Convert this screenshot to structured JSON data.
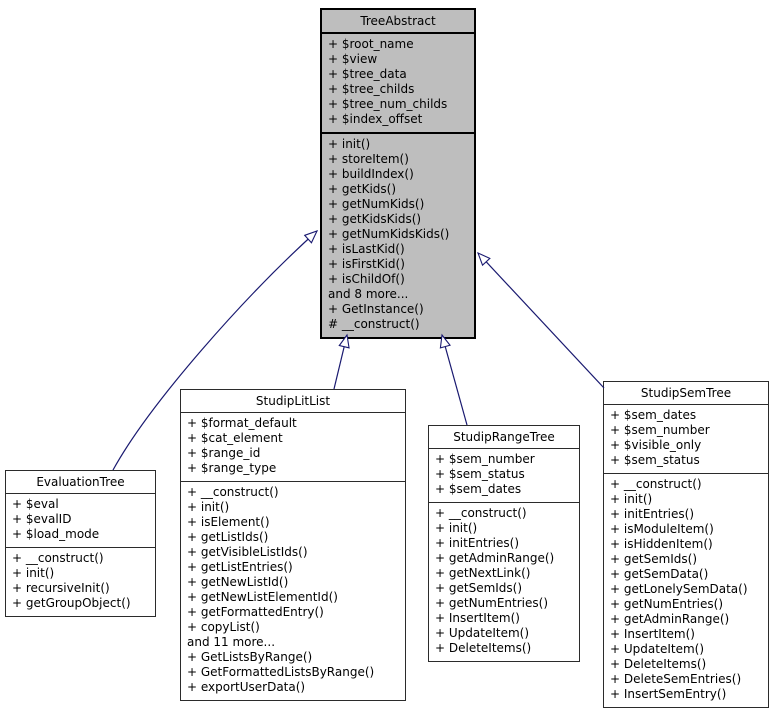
{
  "colors": {
    "bg": "#ffffff",
    "edge": "#191970",
    "node_fill": "#ffffff",
    "node_border": "#2b2b2b",
    "focused_node_fill": "#bebebe",
    "focused_node_border": "#000000"
  },
  "classes": {
    "tree_abstract": {
      "name": "TreeAbstract",
      "fields": [
        "+ $root_name",
        "+ $view",
        "+ $tree_data",
        "+ $tree_childs",
        "+ $tree_num_childs",
        "+ $index_offset"
      ],
      "methods": [
        "+ init()",
        "+ storeItem()",
        "+ buildIndex()",
        "+ getKids()",
        "+ getNumKids()",
        "+ getKidsKids()",
        "+ getNumKidsKids()",
        "+ isLastKid()",
        "+ isFirstKid()",
        "+ isChildOf()",
        "and 8 more...",
        "+ GetInstance()",
        "# __construct()"
      ]
    },
    "evaluation_tree": {
      "name": "EvaluationTree",
      "fields": [
        "+ $eval",
        "+ $evalID",
        "+ $load_mode"
      ],
      "methods": [
        "+ __construct()",
        "+ init()",
        "+ recursiveInit()",
        "+ getGroupObject()"
      ]
    },
    "studip_lit_list": {
      "name": "StudipLitList",
      "fields": [
        "+ $format_default",
        "+ $cat_element",
        "+ $range_id",
        "+ $range_type"
      ],
      "methods": [
        "+ __construct()",
        "+ init()",
        "+ isElement()",
        "+ getListIds()",
        "+ getVisibleListIds()",
        "+ getListEntries()",
        "+ getNewListId()",
        "+ getNewListElementId()",
        "+ getFormattedEntry()",
        "+ copyList()",
        "and 11 more...",
        "+ GetListsByRange()",
        "+ GetFormattedListsByRange()",
        "+ exportUserData()"
      ]
    },
    "studip_range_tree": {
      "name": "StudipRangeTree",
      "fields": [
        "+ $sem_number",
        "+ $sem_status",
        "+ $sem_dates"
      ],
      "methods": [
        "+ __construct()",
        "+ init()",
        "+ initEntries()",
        "+ getAdminRange()",
        "+ getNextLink()",
        "+ getSemIds()",
        "+ getNumEntries()",
        "+ InsertItem()",
        "+ UpdateItem()",
        "+ DeleteItems()"
      ]
    },
    "studip_sem_tree": {
      "name": "StudipSemTree",
      "fields": [
        "+ $sem_dates",
        "+ $sem_number",
        "+ $visible_only",
        "+ $sem_status"
      ],
      "methods": [
        "+ __construct()",
        "+ init()",
        "+ initEntries()",
        "+ isModuleItem()",
        "+ isHiddenItem()",
        "+ getSemIds()",
        "+ getSemData()",
        "+ getLonelySemData()",
        "+ getNumEntries()",
        "+ getAdminRange()",
        "+ InsertItem()",
        "+ UpdateItem()",
        "+ DeleteItems()",
        "+ DeleteSemEntries()",
        "+ InsertSemEntry()"
      ]
    }
  },
  "edges": [
    {
      "from": "EvaluationTree",
      "to": "TreeAbstract",
      "relation": "inheritance"
    },
    {
      "from": "StudipLitList",
      "to": "TreeAbstract",
      "relation": "inheritance"
    },
    {
      "from": "StudipRangeTree",
      "to": "TreeAbstract",
      "relation": "inheritance"
    },
    {
      "from": "StudipSemTree",
      "to": "TreeAbstract",
      "relation": "inheritance"
    }
  ]
}
